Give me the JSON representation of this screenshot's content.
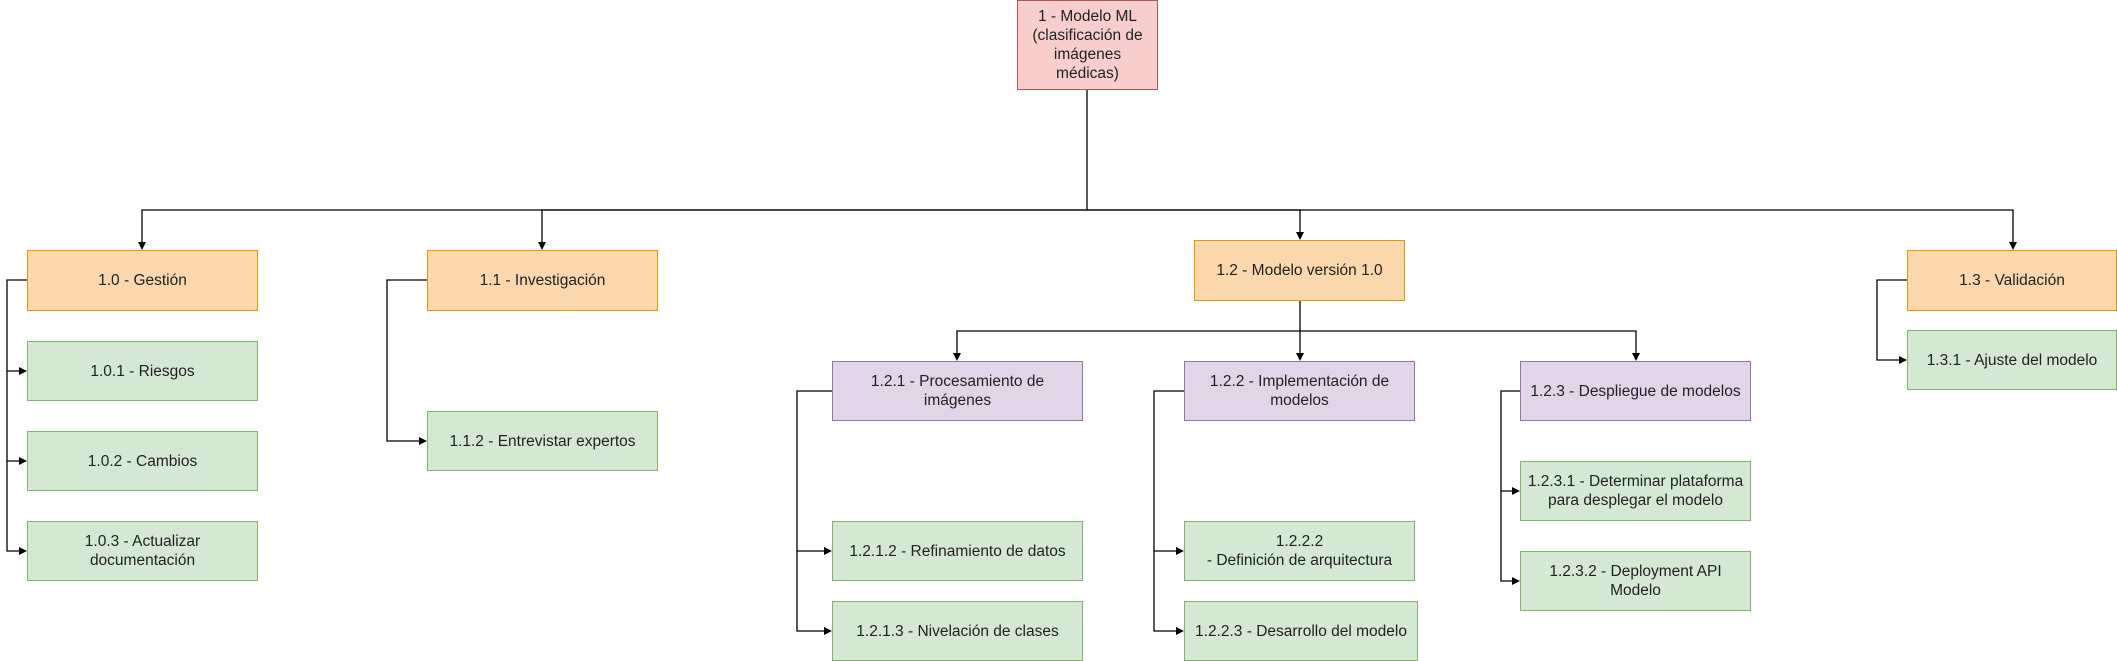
{
  "diagram": {
    "nodes": [
      {
        "id": "n1",
        "label": "1 - Modelo ML (clasificación de imágenes médicas)",
        "style": "red"
      },
      {
        "id": "n10",
        "label": "1.0 - Gestión",
        "style": "orange"
      },
      {
        "id": "n101",
        "label": "1.0.1 - Riesgos",
        "style": "green"
      },
      {
        "id": "n102",
        "label": "1.0.2 - Cambios",
        "style": "green"
      },
      {
        "id": "n103",
        "label": "1.0.3 - Actualizar documentación",
        "style": "green"
      },
      {
        "id": "n11",
        "label": "1.1 - Investigación",
        "style": "orange"
      },
      {
        "id": "n112",
        "label": "1.1.2 - Entrevistar expertos",
        "style": "green"
      },
      {
        "id": "n12",
        "label": "1.2 - Modelo versión 1.0",
        "style": "orange"
      },
      {
        "id": "n121",
        "label": "1.2.1 - Procesamiento de imágenes",
        "style": "purple"
      },
      {
        "id": "n1212",
        "label": "1.2.1.2 - Refinamiento de datos",
        "style": "green"
      },
      {
        "id": "n1213",
        "label": "1.2.1.3 - Nivelación de clases",
        "style": "green"
      },
      {
        "id": "n122",
        "label": "1.2.2 - Implementación de modelos",
        "style": "purple"
      },
      {
        "id": "n1222",
        "label": "1.2.2.2\n- Definición de arquitectura",
        "style": "green"
      },
      {
        "id": "n1223",
        "label": "1.2.2.3 - Desarrollo del modelo",
        "style": "green"
      },
      {
        "id": "n123",
        "label": "1.2.3 - Despliegue de modelos",
        "style": "purple"
      },
      {
        "id": "n1231",
        "label": "1.2.3.1 - Determinar plataforma para desplegar el modelo",
        "style": "green"
      },
      {
        "id": "n1232",
        "label": "1.2.3.2 - Deployment API Modelo",
        "style": "green"
      },
      {
        "id": "n13",
        "label": "1.3 - Validación",
        "style": "orange"
      },
      {
        "id": "n131",
        "label": "1.3.1 - Ajuste del modelo",
        "style": "green"
      }
    ],
    "edges": [
      {
        "from": "n1",
        "to": "n10"
      },
      {
        "from": "n1",
        "to": "n11"
      },
      {
        "from": "n1",
        "to": "n12"
      },
      {
        "from": "n1",
        "to": "n13"
      },
      {
        "from": "n10",
        "to": "n101"
      },
      {
        "from": "n10",
        "to": "n102"
      },
      {
        "from": "n10",
        "to": "n103"
      },
      {
        "from": "n11",
        "to": "n112"
      },
      {
        "from": "n12",
        "to": "n121"
      },
      {
        "from": "n12",
        "to": "n122"
      },
      {
        "from": "n12",
        "to": "n123"
      },
      {
        "from": "n121",
        "to": "n1212"
      },
      {
        "from": "n121",
        "to": "n1213"
      },
      {
        "from": "n122",
        "to": "n1222"
      },
      {
        "from": "n122",
        "to": "n1223"
      },
      {
        "from": "n123",
        "to": "n1231"
      },
      {
        "from": "n123",
        "to": "n1232"
      },
      {
        "from": "n13",
        "to": "n131"
      }
    ]
  }
}
